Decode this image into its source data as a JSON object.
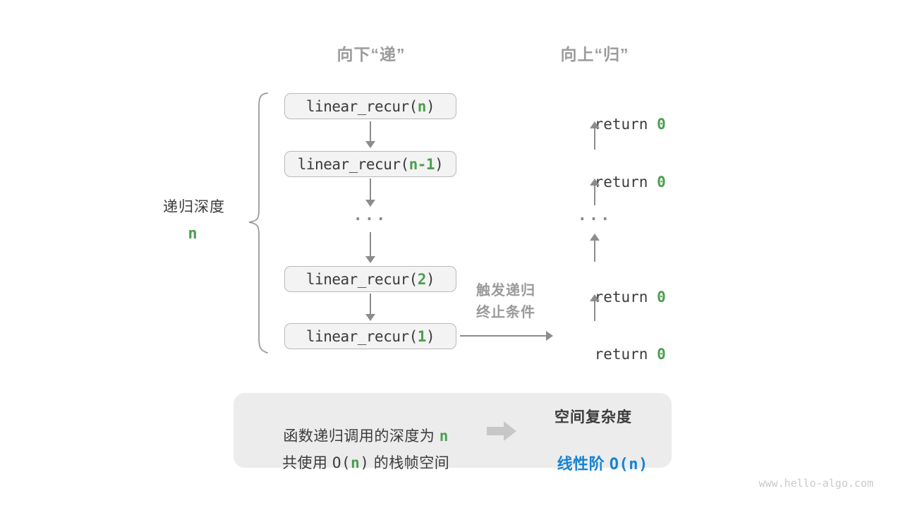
{
  "headers": {
    "down": "向下“递”",
    "up": "向上“归”"
  },
  "depth_label": {
    "text": "递归深度",
    "value": "n"
  },
  "stack": {
    "calls": [
      {
        "prefix": "linear_recur(",
        "arg": "n",
        "suffix": ")"
      },
      {
        "prefix": "linear_recur(",
        "arg": "n-1",
        "suffix": ")"
      },
      {
        "prefix": "linear_recur(",
        "arg": "2",
        "suffix": ")"
      },
      {
        "prefix": "linear_recur(",
        "arg": "1",
        "suffix": ")"
      }
    ],
    "ellipsis": "...",
    "returns": [
      {
        "prefix": "return ",
        "value": "0"
      },
      {
        "prefix": "return ",
        "value": "0"
      },
      {
        "prefix": "return ",
        "value": "0"
      },
      {
        "prefix": "return ",
        "value": "0"
      }
    ]
  },
  "trigger_label": {
    "line1": "触发递归",
    "line2": "终止条件"
  },
  "summary": {
    "line1": {
      "t1": "函数递归调用的深度为 ",
      "t2": "n"
    },
    "line2": {
      "t1": "共使用 ",
      "t2": "O(",
      "t3": "n",
      "t4": ")",
      "t5": " 的栈帧空间"
    },
    "title": "空间复杂度",
    "result": {
      "t1": "线性阶 ",
      "t2": "O(",
      "t3": "n",
      "t4": ")"
    }
  },
  "watermark": "www.hello-algo.com",
  "colors": {
    "green": "#4c9e4f",
    "blue": "#1583d6",
    "text_dark": "#3b3b3b",
    "label_gray": "#9a9a9a",
    "arrow_gray": "#8c8c8c",
    "box_fill": "#f3f3f3",
    "box_border": "#b9b9b9",
    "summary_fill": "#ececec",
    "big_arrow_gray": "#c7c7c7"
  }
}
